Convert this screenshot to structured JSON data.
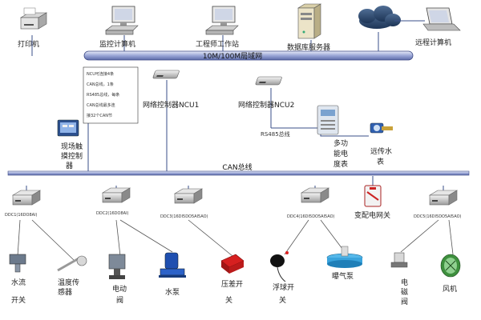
{
  "top_devices": {
    "printer": "打印机",
    "monitor_pc": "监控计算机",
    "engineer_station": "工程师工作站",
    "db_server": "数据库服务器",
    "remote_pc": "远程计算机"
  },
  "lan_bus": "10M/100M局域网",
  "can_bus": "CAN总线",
  "ncu_notes": [
    "NCU可连接4条",
    "CAN总线，1条",
    "RS485总线，每条",
    "CAN总线最多连",
    "接32个CAN节"
  ],
  "controllers": {
    "ncu1": "网络控制器NCU1",
    "ncu2": "网络控制器NCU2",
    "touch_panel": [
      "现场触",
      "摸控制",
      "器"
    ]
  },
  "rs485_bus": "RS485总线",
  "meters": {
    "multi_meter": [
      "多功",
      "能电",
      "度表"
    ],
    "remote_water": [
      "远传水",
      "表"
    ]
  },
  "transformer_gateway": "变配电网关",
  "ddc_labels": [
    "DDC1(16DO8AI)",
    "DDC2(16DO8AI)",
    "DDC3(16DI5DO5AI5AO)",
    "DDC4(16DI5DO5AI5AO)",
    "DDC5(16DI5DO5AI5AO)"
  ],
  "field_devices": {
    "flow_switch": [
      "水流",
      "开关"
    ],
    "temp_sensor": [
      "温度传",
      "感器"
    ],
    "electric_valve": [
      "电动",
      "阀"
    ],
    "pump": "水泵",
    "pressure_switch": [
      "压差开",
      "关"
    ],
    "float_switch": [
      "浮球开",
      "关"
    ],
    "aerator": "曝气泵",
    "solenoid_valve": [
      "电",
      "磁",
      "阀"
    ],
    "fan": "风机"
  }
}
